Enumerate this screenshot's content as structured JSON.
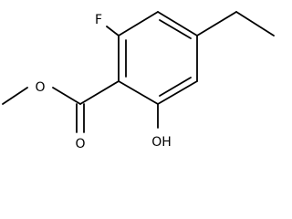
{
  "molecule": {
    "atom_labels": {
      "fluorine": "F",
      "carbonyl_oxygen": "O",
      "ester_oxygen": "O",
      "hydroxyl": "OH"
    },
    "colors": {
      "bond": "#000000",
      "label": "#000000",
      "background": "#ffffff"
    }
  }
}
